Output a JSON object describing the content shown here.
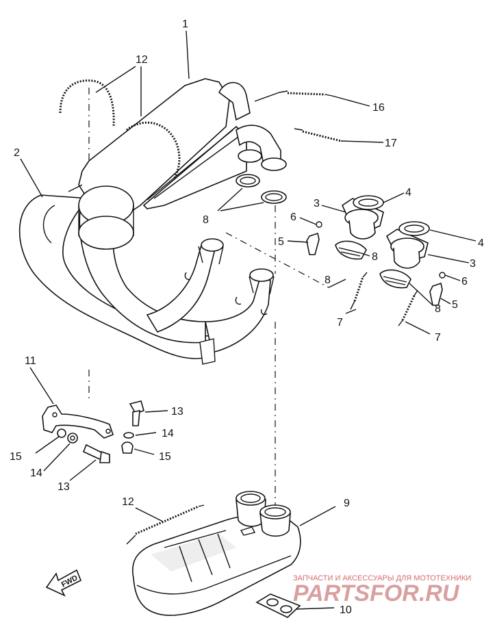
{
  "callouts": [
    "1",
    "2",
    "3",
    "3",
    "4",
    "4",
    "5",
    "5",
    "6",
    "6",
    "7",
    "7",
    "8",
    "8",
    "8",
    "8",
    "9",
    "10",
    "11",
    "12",
    "12",
    "13",
    "13",
    "14",
    "14",
    "15",
    "15",
    "16",
    "17"
  ],
  "fwd": "FWD",
  "watermark": {
    "line1": "ЗАПЧАСТИ И АКСЕССУАРЫ ДЛЯ МОТОТЕХНИКИ",
    "line2": "PARTSFOR.RU",
    "color": "#d46b6b"
  }
}
